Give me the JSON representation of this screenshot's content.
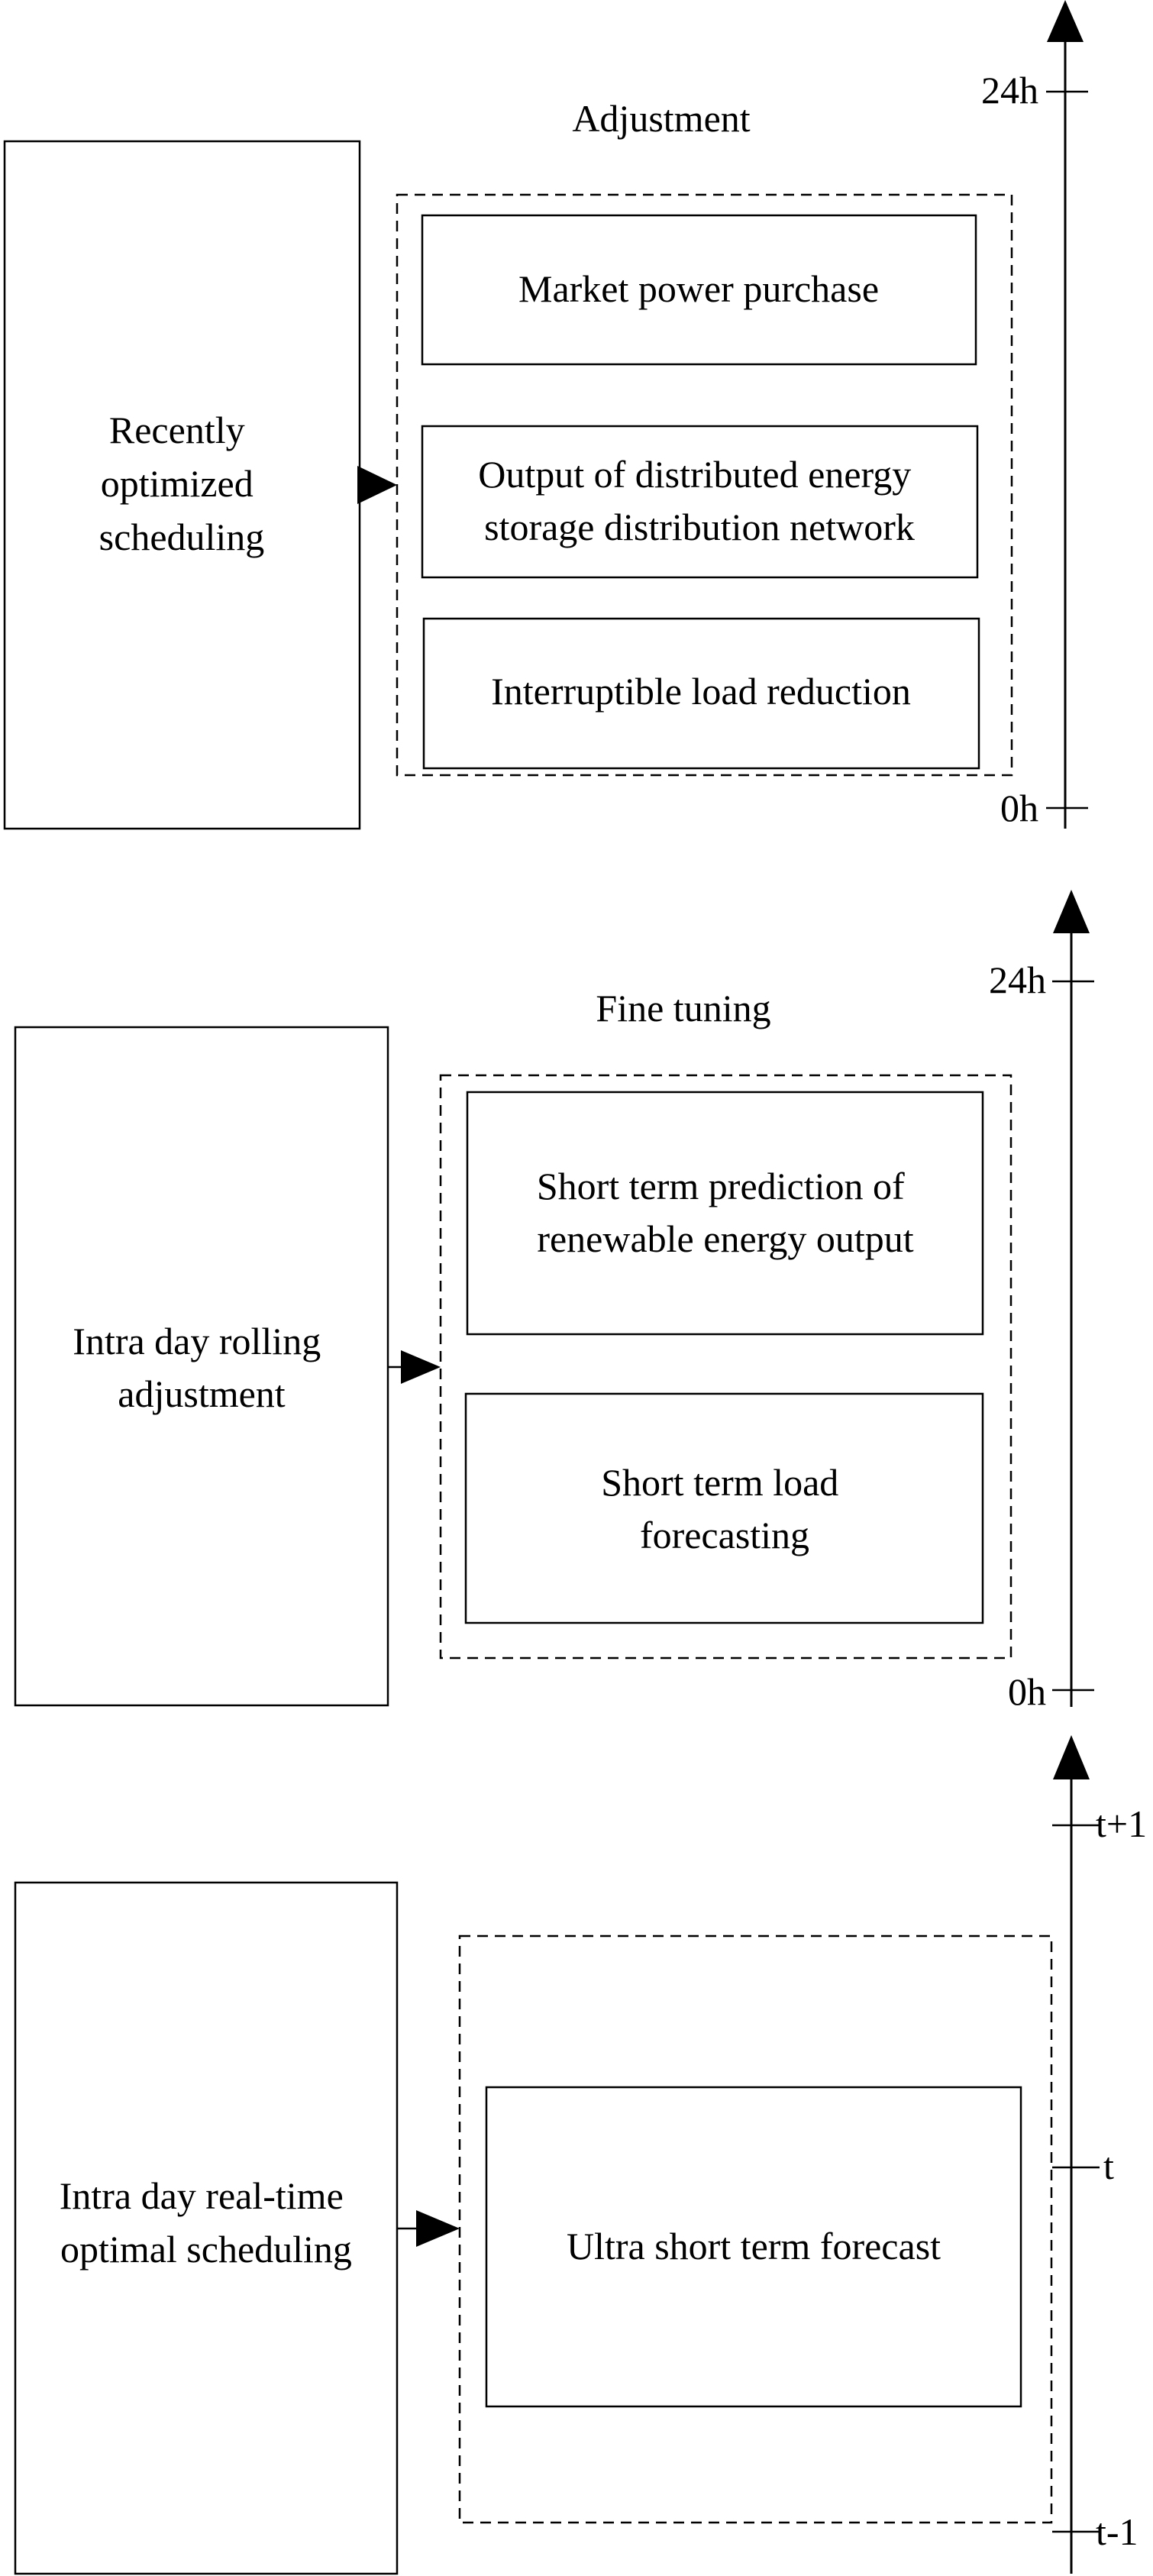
{
  "panel1": {
    "main_box": [
      "Recently",
      "optimized",
      "scheduling"
    ],
    "group_title": "Adjustment",
    "items": [
      [
        "Market power purchase"
      ],
      [
        "Output of distributed energy",
        "storage distribution network"
      ],
      [
        "Interruptible load reduction"
      ]
    ],
    "axis_top": "24h",
    "axis_bottom": "0h"
  },
  "panel2": {
    "main_box": [
      "Intra day rolling",
      "adjustment"
    ],
    "group_title": "Fine tuning",
    "items": [
      [
        "Short term prediction of",
        "renewable energy output"
      ],
      [
        "Short term load",
        "forecasting"
      ]
    ],
    "axis_top": "24h",
    "axis_bottom": "0h"
  },
  "panel3": {
    "main_box": [
      "Intra day real-time",
      "optimal scheduling"
    ],
    "items": [
      [
        "Ultra short term forecast"
      ]
    ],
    "axis_top": "t+1",
    "axis_mid": "t",
    "axis_bottom": "t-1"
  }
}
